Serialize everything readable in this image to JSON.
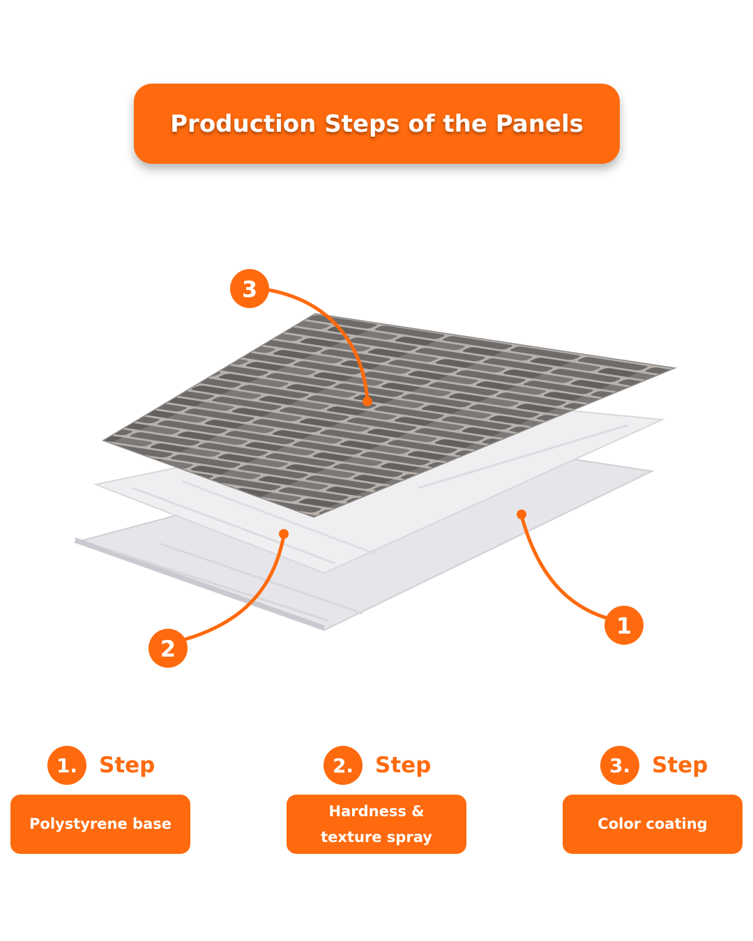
{
  "header": {
    "title": "Production Steps of the Panels"
  },
  "diagram": {
    "callouts": [
      {
        "number": "3",
        "target_layer": "color-coating-layer"
      },
      {
        "number": "2",
        "target_layer": "texture-spray-layer"
      },
      {
        "number": "1",
        "target_layer": "polystyrene-base-layer"
      }
    ]
  },
  "steps": [
    {
      "number": "1.",
      "word": "Step",
      "description": "Polystyrene base"
    },
    {
      "number": "2.",
      "word": "Step",
      "description": "Hardness &\ntexture spray"
    },
    {
      "number": "3.",
      "word": "Step",
      "description": "Color coating"
    }
  ],
  "colors": {
    "accent": "#fe6a0d",
    "base_layer": "#e6e6ea",
    "texture_layer": "#ececee",
    "brick": "#6f6b6b",
    "mortar": "#b5b0ab"
  }
}
